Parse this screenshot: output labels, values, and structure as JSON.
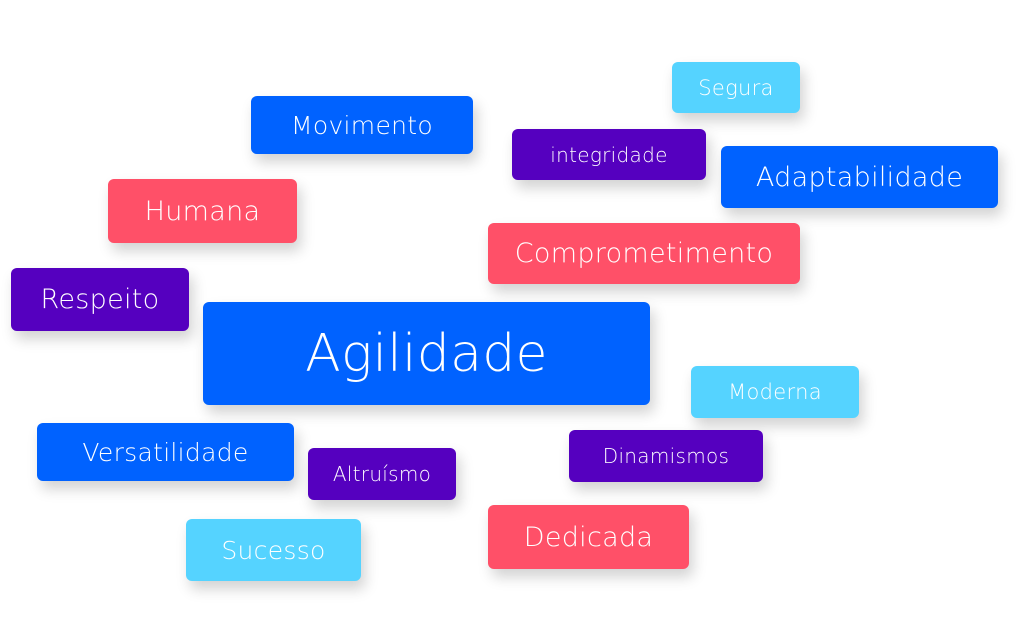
{
  "colors": {
    "blue": "#0062ff",
    "light_blue": "#55d3ff",
    "purple": "#5500bf",
    "red": "#ff5068"
  },
  "tags": [
    {
      "label": "Segura",
      "color": "light_blue"
    },
    {
      "label": "Movimento",
      "color": "blue"
    },
    {
      "label": "integridade",
      "color": "purple"
    },
    {
      "label": "Adaptabilidade",
      "color": "blue"
    },
    {
      "label": "Humana",
      "color": "red"
    },
    {
      "label": "Comprometimento",
      "color": "red"
    },
    {
      "label": "Respeito",
      "color": "purple"
    },
    {
      "label": "Agilidade",
      "color": "blue"
    },
    {
      "label": "Moderna",
      "color": "light_blue"
    },
    {
      "label": "Versatilidade",
      "color": "blue"
    },
    {
      "label": "Altruísmo",
      "color": "purple"
    },
    {
      "label": "Dinamismos",
      "color": "purple"
    },
    {
      "label": "Dedicada",
      "color": "red"
    },
    {
      "label": "Sucesso",
      "color": "light_blue"
    }
  ]
}
